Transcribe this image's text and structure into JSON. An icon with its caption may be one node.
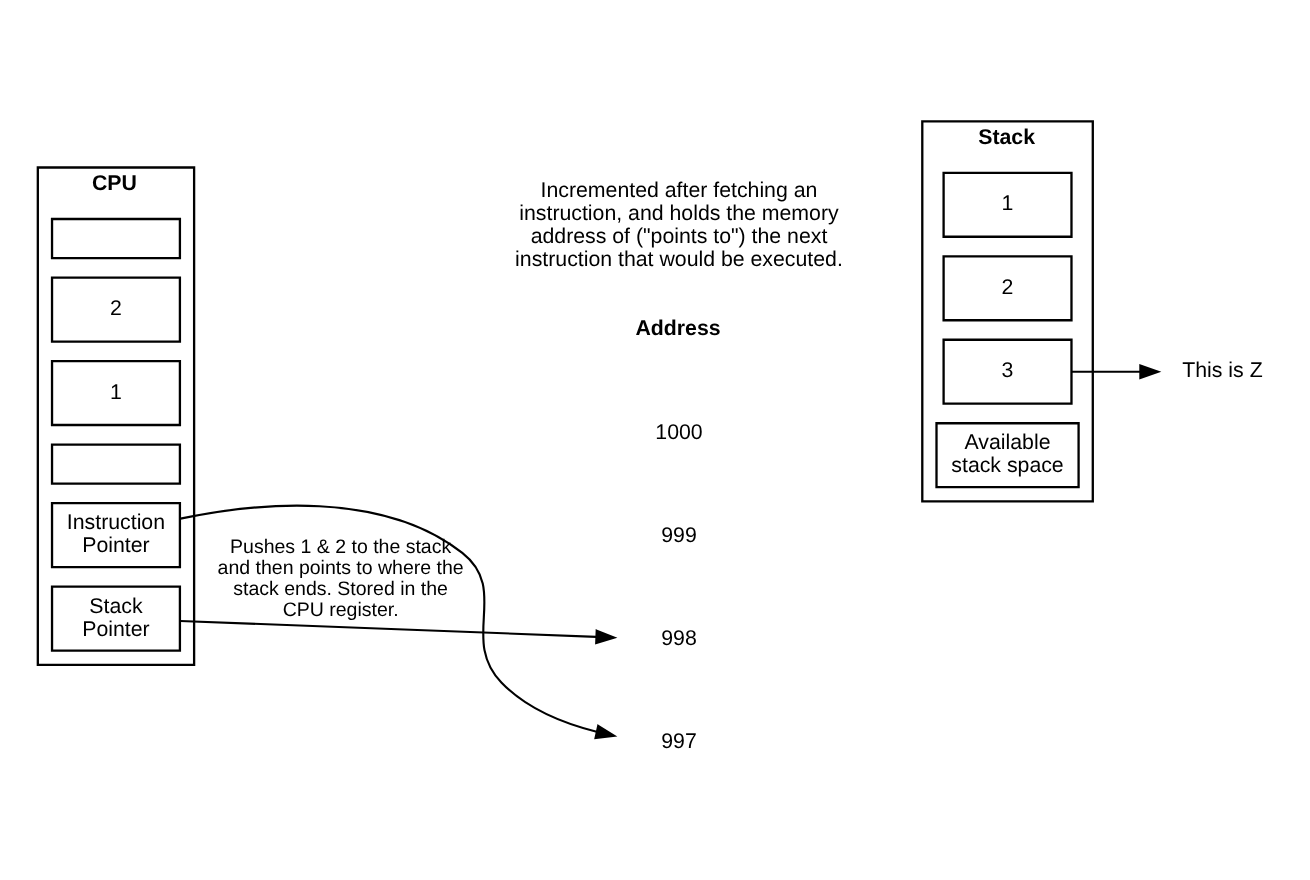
{
  "diagram": {
    "nodes": [
      {
        "text": [
          "CPU"
        ]
      },
      {
        "text": [],
        "shape": "box",
        "in": 0
      },
      {
        "text": [
          "2"
        ],
        "in": 0
      },
      {
        "text": [
          "1"
        ],
        "in": 0
      },
      {
        "text": [],
        "shape": "box",
        "in": 0
      },
      {
        "text": [
          "Instruction Pointer"
        ],
        "in": 0
      },
      {
        "text": [
          "Stack Pointer"
        ],
        "in": 0
      },
      {
        "text": [
          "Stack"
        ]
      },
      {
        "text": [
          "1"
        ],
        "in": 7
      },
      {
        "text": [
          "2"
        ],
        "in": 7
      },
      {
        "text": [
          "3"
        ],
        "in": 7
      },
      {
        "text": [
          "Available stack space"
        ],
        "in": 7
      },
      {
        "text": [
          "998"
        ]
      },
      {
        "text": [
          "997"
        ]
      },
      {
        "text": [
          "This is Z"
        ]
      }
    ],
    "edges": [
      {
        "from": 6,
        "to": 12,
        "arrow": "to",
        "label": "Pushes 1 & 2 to the stack and then points to where the stack ends. Stored in the CPU register."
      },
      {
        "from": 5,
        "to": 13,
        "arrow": "to"
      },
      {
        "from": 10,
        "to": 14,
        "arrow": "to"
      }
    ],
    "labels": [
      "Address",
      "1000",
      "999",
      "Incremented after fetching an instruction, and holds the memory address of (\"points to\") the next instruction that would be executed."
    ]
  }
}
